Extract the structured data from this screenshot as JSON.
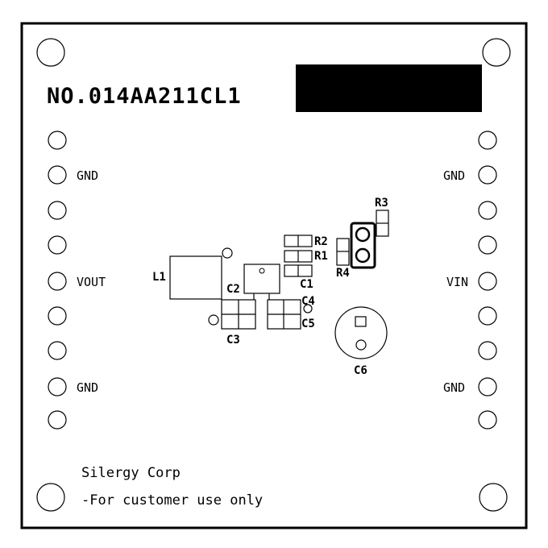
{
  "board": {
    "part_number": "NO.014AA211CL1",
    "label_block_color": "#000000",
    "outline_color": "#000000",
    "background": "#ffffff"
  },
  "left_pins": {
    "gnd_top": "GND",
    "vout": "VOUT",
    "gnd_bottom": "GND"
  },
  "right_pins": {
    "gnd_top": "GND",
    "vin": "VIN",
    "gnd_bottom": "GND"
  },
  "components": {
    "l1": "L1",
    "c1": "C1",
    "c2": "C2",
    "c3": "C3",
    "c4": "C4",
    "c5": "C5",
    "c6": "C6",
    "r1": "R1",
    "r2": "R2",
    "r3": "R3",
    "r4": "R4"
  },
  "footer": {
    "company": "Silergy Corp",
    "note": "-For customer use only"
  }
}
